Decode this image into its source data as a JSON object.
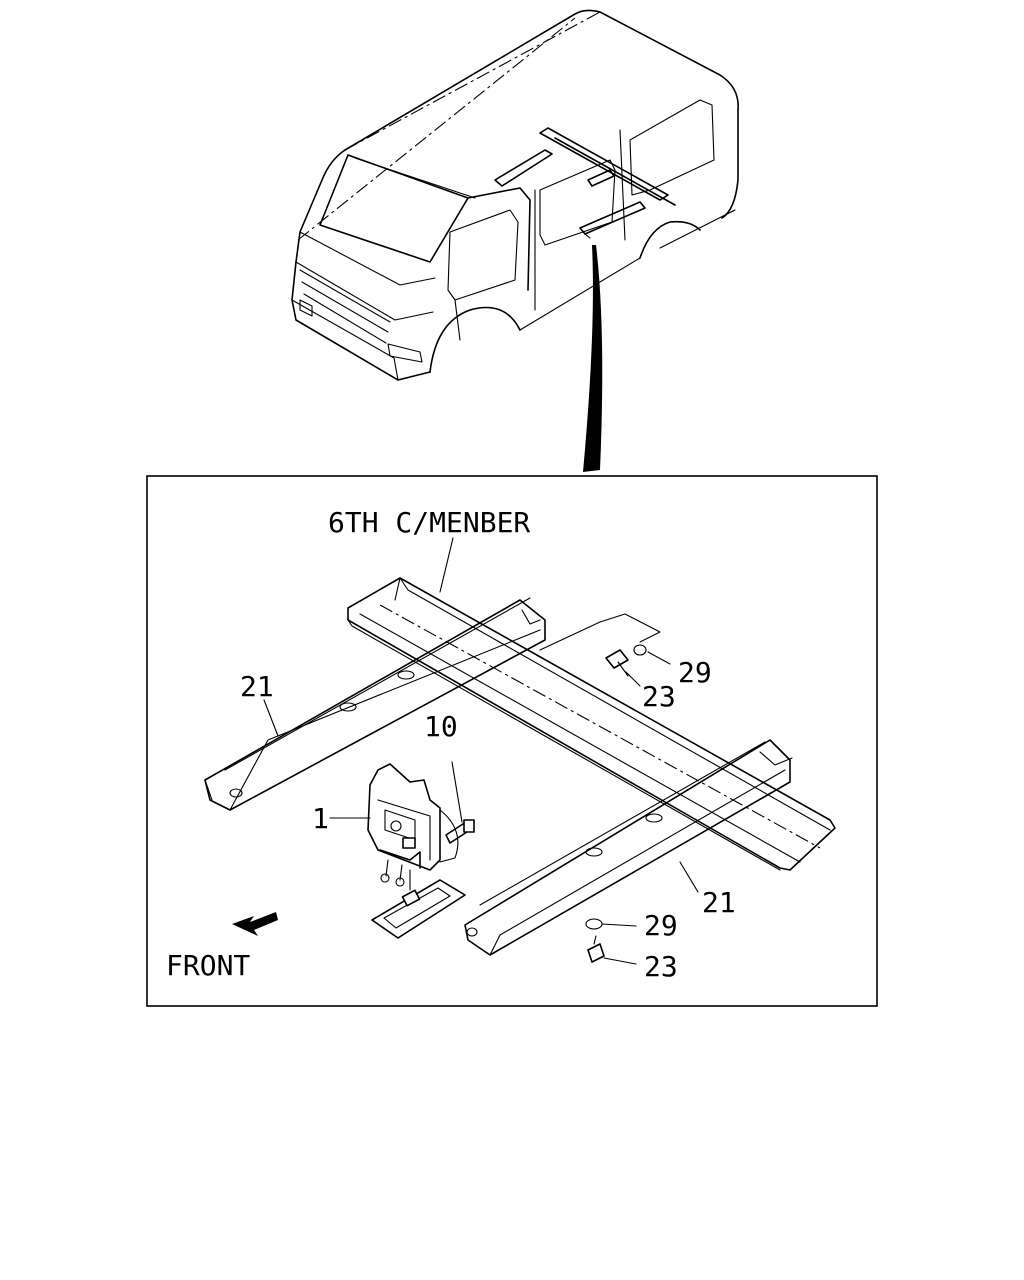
{
  "diagram": {
    "title_label": "6TH C/MENBER",
    "front_label": "FRONT",
    "callouts": {
      "bracket_left": "21",
      "bracket_right": "21",
      "hanger": "1",
      "bolt_hanger": "10",
      "washer_top": "29",
      "bolt_top": "23",
      "washer_bottom": "29",
      "bolt_bottom": "23"
    }
  }
}
